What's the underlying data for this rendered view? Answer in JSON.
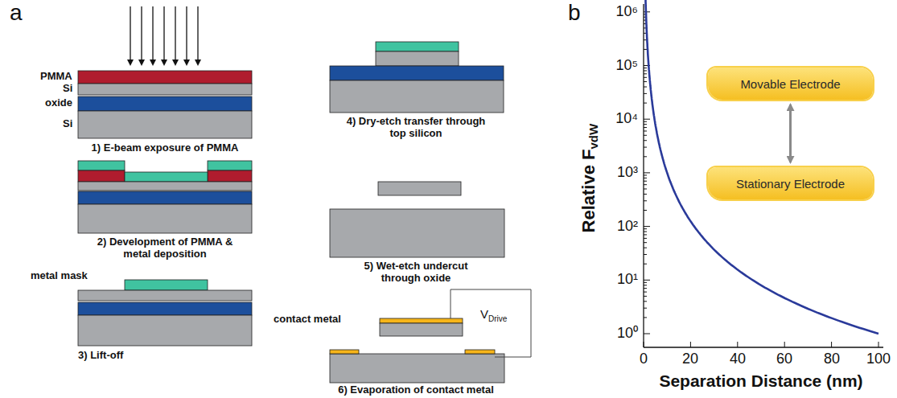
{
  "diagram": {
    "nodes": [
      {
        "text": [
          "Movable Electrode"
        ]
      },
      {
        "text": [
          "Stationary Electrode"
        ]
      }
    ],
    "edges": [
      {
        "from": 0,
        "to": 1,
        "arrow": "both"
      }
    ],
    "labels": [
      "a",
      "PMMA",
      "Si",
      "oxide",
      "Si",
      "1) E-beam exposure of PMMA",
      "2) Development of PMMA & metal deposition",
      "metal mask",
      "3) Lift-off",
      "4) Dry-etch transfer through top silicon",
      "5) Wet-etch undercut through oxide",
      "contact metal",
      "6) Evaporation of contact metal",
      "V",
      "Drive",
      "b",
      "10⁰",
      "10¹",
      "10²",
      "10³",
      "10⁴",
      "10⁵",
      "10⁶",
      "0",
      "20",
      "40",
      "60",
      "80",
      "100",
      "Relative F",
      "vdW",
      "Separation Distance (nm)"
    ]
  }
}
